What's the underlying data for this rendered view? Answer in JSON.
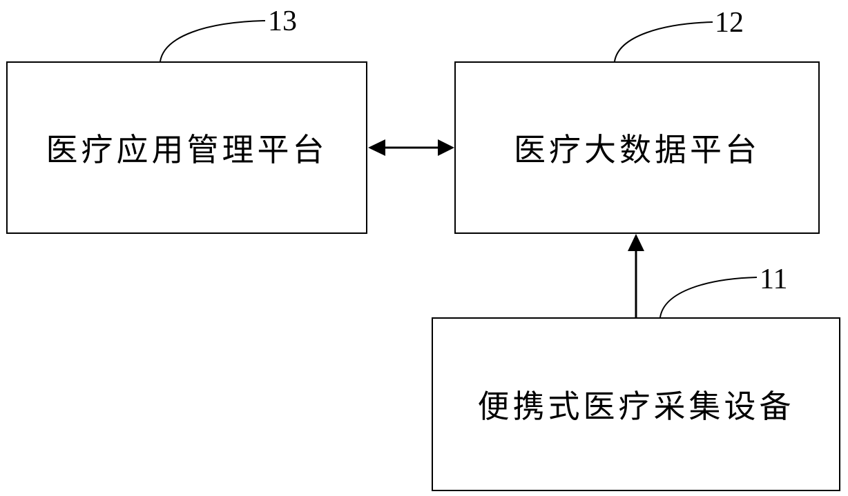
{
  "blocks": {
    "block_13": {
      "label": "医疗应用管理平台",
      "ref": "13"
    },
    "block_12": {
      "label": "医疗大数据平台",
      "ref": "12"
    },
    "block_11": {
      "label": "便携式医疗采集设备",
      "ref": "11"
    }
  },
  "connections": [
    {
      "from": "block_13",
      "to": "block_12",
      "direction": "bidirectional"
    },
    {
      "from": "block_11",
      "to": "block_12",
      "direction": "one-way"
    }
  ],
  "colors": {
    "stroke": "#000000",
    "background": "#ffffff"
  }
}
